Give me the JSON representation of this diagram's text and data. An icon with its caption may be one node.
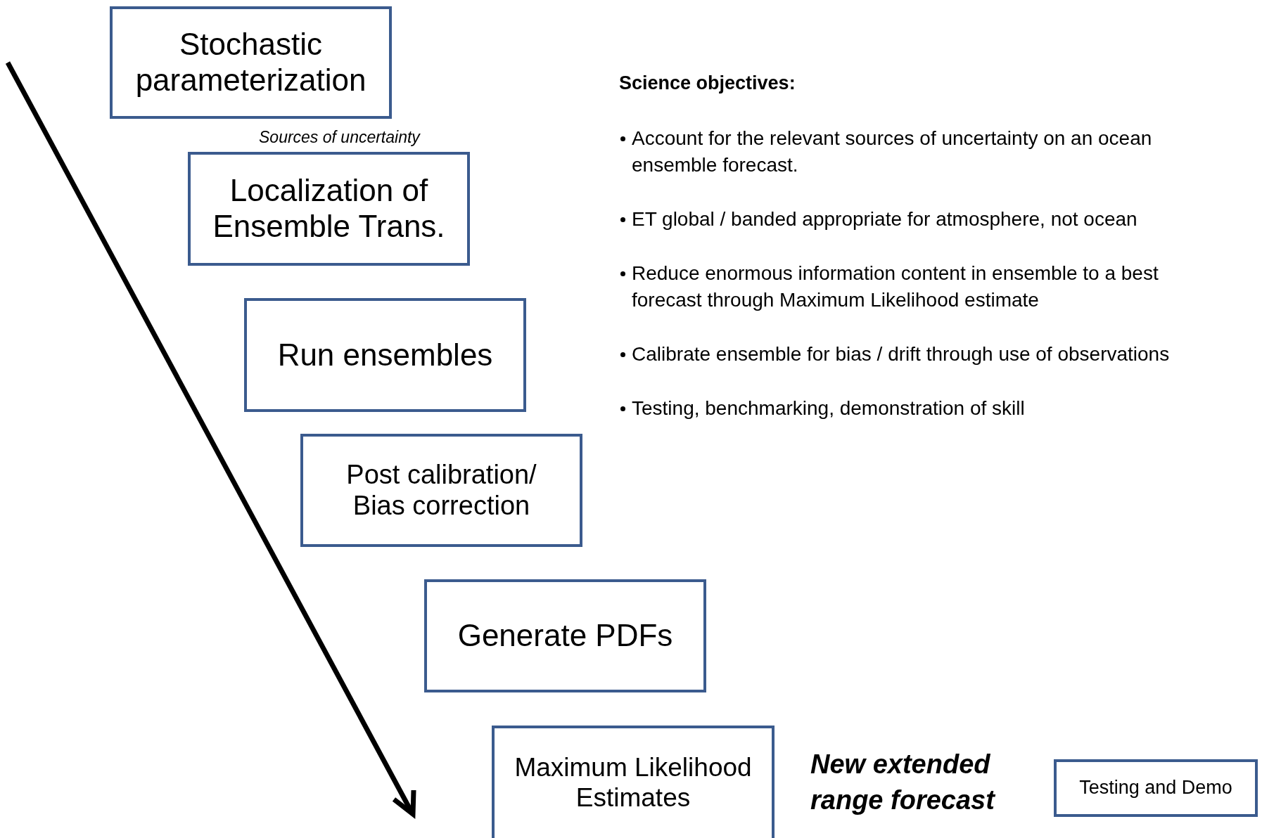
{
  "diagram": {
    "nodes": [
      {
        "text": [
          "Stochastic parameterization"
        ]
      },
      {
        "text": [
          "Localization of Ensemble Trans."
        ]
      },
      {
        "text": [
          "Run ensembles"
        ]
      },
      {
        "text": [
          "Post calibration/ Bias correction"
        ]
      },
      {
        "text": [
          "Generate PDFs"
        ]
      },
      {
        "text": [
          "Maximum Likelihood Estimates"
        ]
      },
      {
        "text": [
          "Testing and Demo"
        ]
      }
    ],
    "edges": [],
    "labels": [
      "Science objectives:",
      "Sources of uncertainty",
      "Account for the relevant sources of uncertainty on an ocean ensemble forecast.",
      "ET global / banded appropriate for atmosphere, not ocean",
      "Reduce enormous information content in ensemble to a best forecast through Maximum Likelihood estimate",
      "Calibrate ensemble for bias / drift through use of observations",
      "Testing, benchmarking, demonstration of skill",
      "New extended range forecast"
    ]
  }
}
